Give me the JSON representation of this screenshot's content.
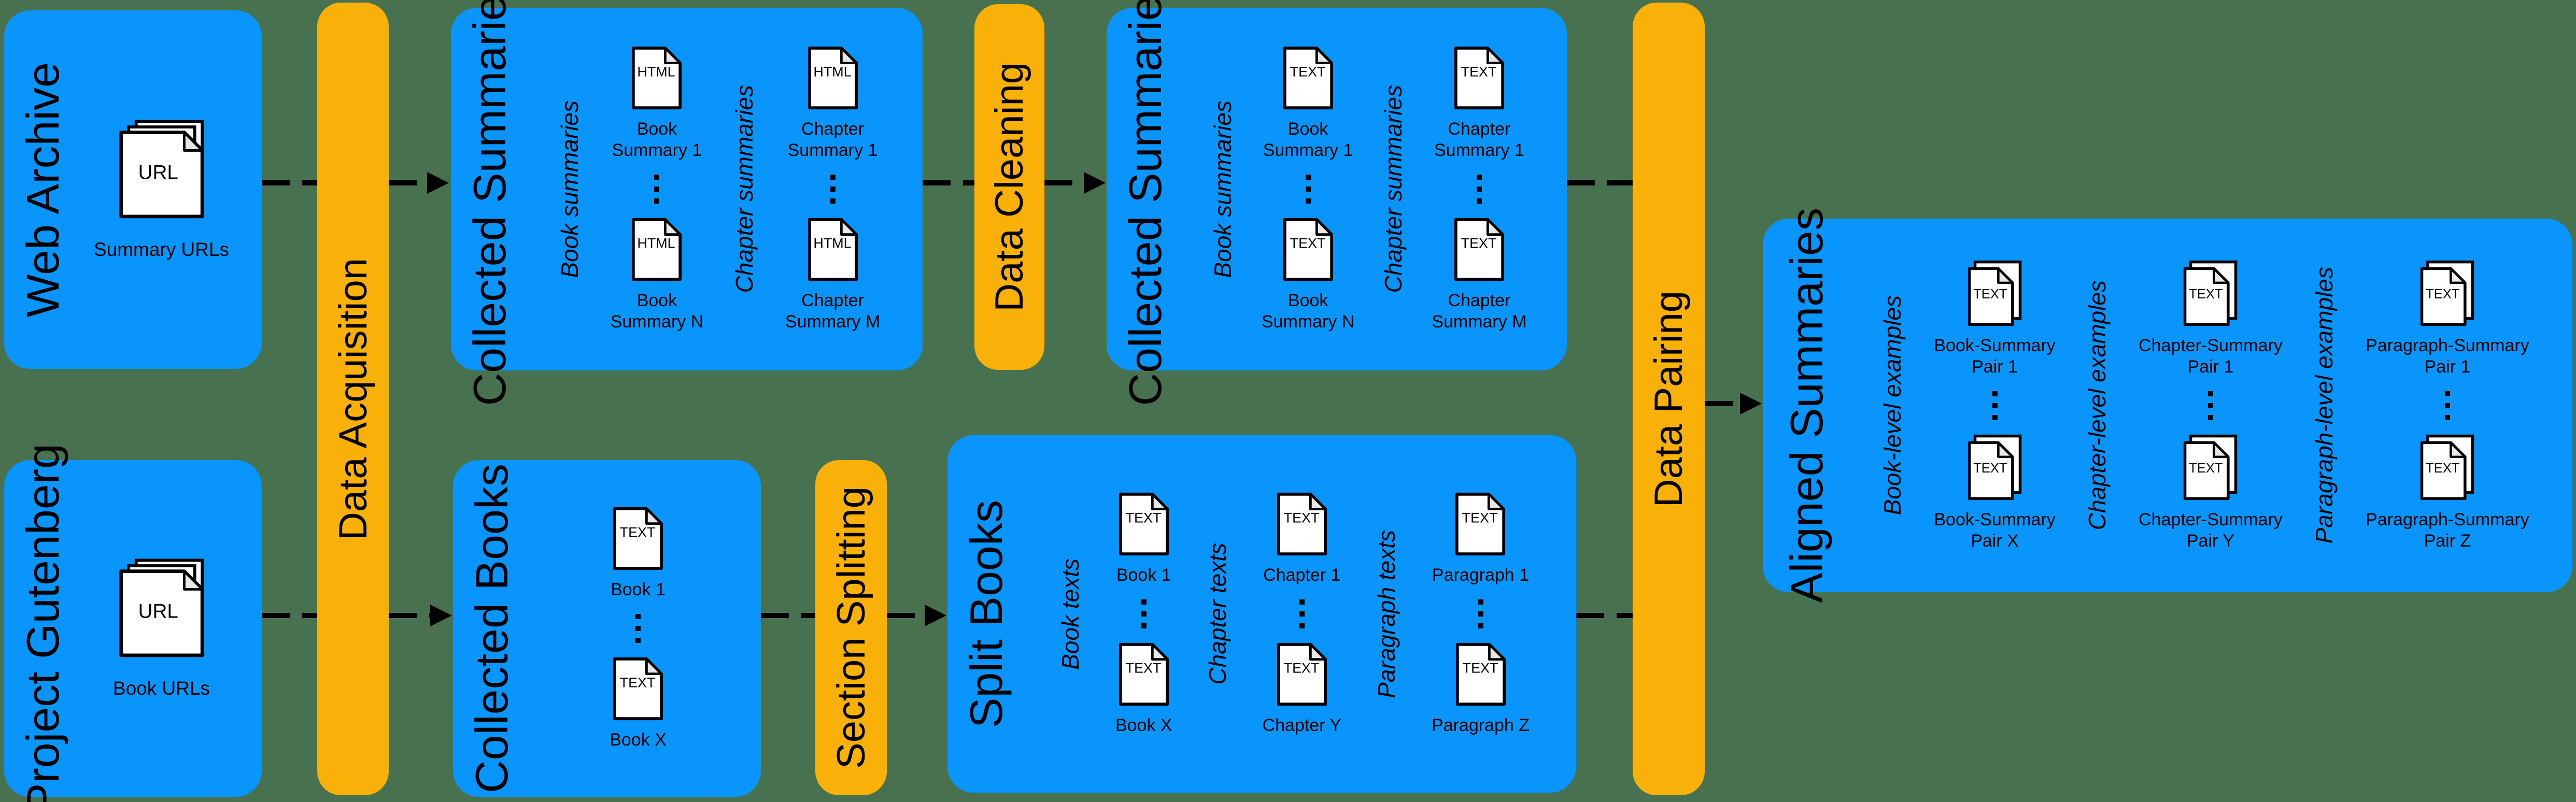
{
  "colors": {
    "background": "#47714F",
    "box_blue": "#0995FB",
    "bar_orange": "#F9B008",
    "arrow_black": "#000000",
    "doc_fill": "#FFFFFF",
    "doc_fold": "#E8E8E8"
  },
  "sources": {
    "web_archive": {
      "title": "Web Archive",
      "doc_label": "URL",
      "caption": "Summary URLs"
    },
    "project_gutenberg": {
      "title": "Project Gutenberg",
      "doc_label": "URL",
      "caption": "Book URLs"
    }
  },
  "bars": {
    "acquisition": {
      "label": "Data Acquisition"
    },
    "cleaning": {
      "label": "Data Cleaning"
    },
    "splitting": {
      "label": "Section Splitting"
    },
    "pairing": {
      "label": "Data Pairing"
    }
  },
  "boxes": {
    "collected_summaries_html": {
      "title": "Collected Summaries",
      "columns": [
        {
          "label": "Book summaries",
          "doc": "HTML",
          "top1": "Book",
          "top2": "Summary 1",
          "bot1": "Book",
          "bot2": "Summary N"
        },
        {
          "label": "Chapter summaries",
          "doc": "HTML",
          "top1": "Chapter",
          "top2": "Summary 1",
          "bot1": "Chapter",
          "bot2": "Summary M"
        }
      ]
    },
    "collected_summaries_text": {
      "title": "Collected Summaries",
      "columns": [
        {
          "label": "Book summaries",
          "doc": "TEXT",
          "top1": "Book",
          "top2": "Summary 1",
          "bot1": "Book",
          "bot2": "Summary N"
        },
        {
          "label": "Chapter summaries",
          "doc": "TEXT",
          "top1": "Chapter",
          "top2": "Summary 1",
          "bot1": "Chapter",
          "bot2": "Summary M"
        }
      ]
    },
    "collected_books": {
      "title": "Collected Books",
      "columns": [
        {
          "doc": "TEXT",
          "top1": "Book 1",
          "top2": "",
          "bot1": "Book X",
          "bot2": ""
        }
      ]
    },
    "split_books": {
      "title": "Split Books",
      "columns": [
        {
          "label": "Book texts",
          "doc": "TEXT",
          "top1": "Book 1",
          "top2": "",
          "bot1": "Book X",
          "bot2": ""
        },
        {
          "label": "Chapter texts",
          "doc": "TEXT",
          "top1": "Chapter 1",
          "top2": "",
          "bot1": "Chapter Y",
          "bot2": ""
        },
        {
          "label": "Paragraph texts",
          "doc": "TEXT",
          "top1": "Paragraph 1",
          "top2": "",
          "bot1": "Paragraph Z",
          "bot2": ""
        }
      ]
    },
    "aligned_summaries": {
      "title": "Aligned Summaries",
      "columns": [
        {
          "label": "Book-level examples",
          "doc": "TEXT",
          "top1": "Book-Summary",
          "top2": "Pair 1",
          "bot1": "Book-Summary",
          "bot2": "Pair X"
        },
        {
          "label": "Chapter-level examples",
          "doc": "TEXT",
          "top1": "Chapter-Summary",
          "top2": "Pair 1",
          "bot1": "Chapter-Summary",
          "bot2": "Pair Y"
        },
        {
          "label": "Paragraph-level examples",
          "doc": "TEXT",
          "top1": "Paragraph-Summary",
          "top2": "Pair 1",
          "bot1": "Paragraph-Summary",
          "bot2": "Pair Z"
        }
      ]
    }
  }
}
